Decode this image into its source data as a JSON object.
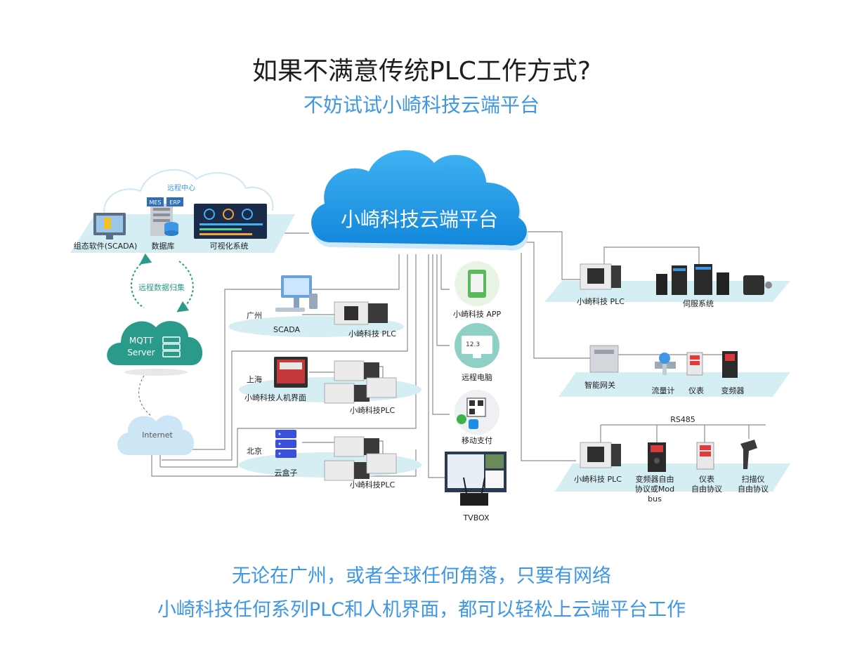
{
  "header": {
    "title": "如果不满意传统PLC工作方式?",
    "subtitle": "不妨试试小崎科技云端平台"
  },
  "footer": {
    "line1": "无论在广州，或者全球任何角落，只要有网络",
    "line2": "小崎科技任何系列PLC和人机界面，都可以轻松上云端平台工作"
  },
  "cloud": {
    "label": "小崎科技云端平台"
  },
  "remote_center": {
    "label": "远程中心",
    "mes": "MES",
    "erp": "ERP",
    "scada": "组态软件(SCADA)",
    "database": "数据库",
    "visual": "可视化系统"
  },
  "collect_label": "远程数据归集",
  "mqtt": {
    "line1": "MQTT",
    "line2": "Server"
  },
  "internet": "Internet",
  "sites": {
    "guangzhou": {
      "city": "广州",
      "scada": "SCADA",
      "plc": "小崎科技 PLC"
    },
    "shanghai": {
      "city": "上海",
      "hmi": "小崎科技人机界面",
      "plc": "小崎科技PLC"
    },
    "beijing": {
      "city": "北京",
      "box": "云盒子",
      "plc": "小崎科技PLC"
    }
  },
  "middle": {
    "app": "小崎科技 APP",
    "pc": "远程电脑",
    "pay": "移动支付",
    "tvbox": "TVBOX"
  },
  "right": {
    "servo": {
      "plc": "小崎科技 PLC",
      "servo": "伺服系统"
    },
    "gateway": {
      "gateway": "智能网关",
      "flow": "流量计",
      "meter": "仪表",
      "vfd": "变频器"
    },
    "rs485": {
      "bus": "RS485",
      "plc": "小崎科技 PLC",
      "vfd_l1": "变频器自由",
      "vfd_l2": "协议或Mod",
      "vfd_l3": "bus",
      "meter_l1": "仪表",
      "meter_l2": "自由协议",
      "scan_l1": "扫描仪",
      "scan_l2": "自由协议"
    }
  },
  "colors": {
    "accent_blue": "#3d97e6",
    "cloud_blue": "#1e9be8",
    "mqtt_green": "#2a9a8a",
    "platform": "#d5eef3",
    "line": "#8a8a8a"
  }
}
